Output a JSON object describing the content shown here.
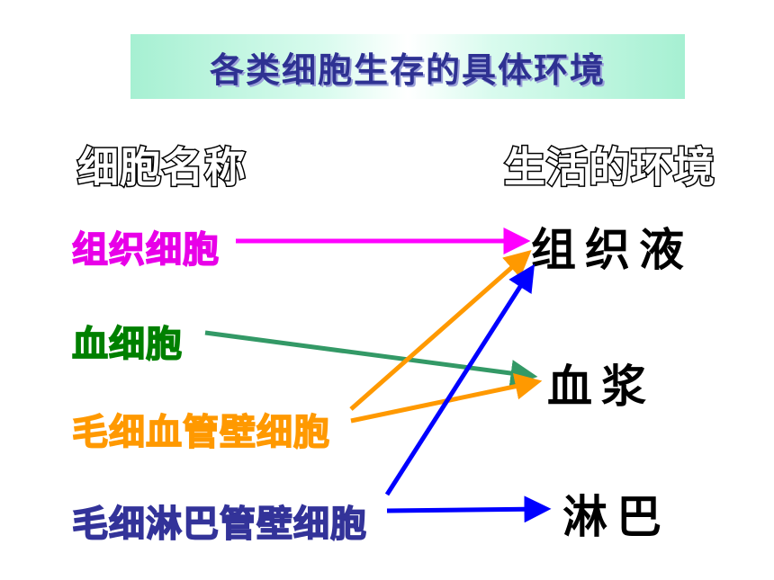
{
  "title": "各类细胞生存的具体环境",
  "headers": {
    "cell_name": "细胞名称",
    "environment": "生活的环境"
  },
  "cells": [
    {
      "id": "tissue",
      "label": "组织细胞",
      "color": "#e800e8"
    },
    {
      "id": "blood",
      "label": "血细胞",
      "color": "#008000"
    },
    {
      "id": "capillary",
      "label": "毛细血管壁细胞",
      "color": "#ff9900"
    },
    {
      "id": "lymph-capillary",
      "label": "毛细淋巴管壁细胞",
      "color": "#333399"
    }
  ],
  "environments": [
    {
      "id": "tissue-fluid",
      "label": "组织液"
    },
    {
      "id": "plasma",
      "label": "血浆"
    },
    {
      "id": "lymph",
      "label": "淋巴"
    }
  ],
  "arrows": [
    {
      "from": "tissue",
      "to": "tissue-fluid",
      "color": "#ff00ff"
    },
    {
      "from": "blood",
      "to": "plasma",
      "color": "#339966"
    },
    {
      "from": "capillary",
      "to": "tissue-fluid",
      "color": "#ff9900"
    },
    {
      "from": "capillary",
      "to": "plasma",
      "color": "#ff9900"
    },
    {
      "from": "lymph-capillary",
      "to": "tissue-fluid",
      "color": "#0000ff"
    },
    {
      "from": "lymph-capillary",
      "to": "lymph",
      "color": "#0000ff"
    }
  ]
}
